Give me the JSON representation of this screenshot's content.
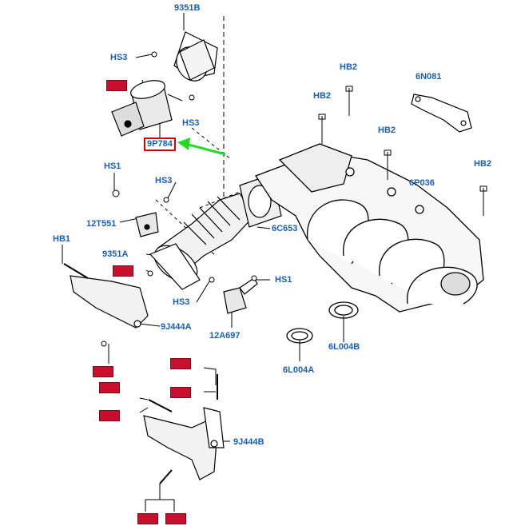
{
  "labels": {
    "p9351B": "9351B",
    "hs3_top": "HS3",
    "hs3_mid": "HS3",
    "hs3_left": "HS3",
    "hs3_lower": "HS3",
    "hb2_a": "HB2",
    "hb2_b": "HB2",
    "hb2_c": "HB2",
    "hb2_d": "HB2",
    "p6N081": "6N081",
    "p6P036": "6P036",
    "hs1_left": "HS1",
    "hs1_right": "HS1",
    "p12T551": "12T551",
    "p6C653": "6C653",
    "hb1": "HB1",
    "p9351A": "9351A",
    "p9J444A": "9J444A",
    "p12A697": "12A697",
    "p6L004B": "6L004B",
    "p6L004A": "6L004A",
    "p9J444B": "9J444B"
  },
  "highlighted": {
    "part": "9P784"
  },
  "colors": {
    "label": "#1a5fb4",
    "redacted": "#c8102e",
    "arrow": "#22dd22",
    "linework": "#000000"
  }
}
